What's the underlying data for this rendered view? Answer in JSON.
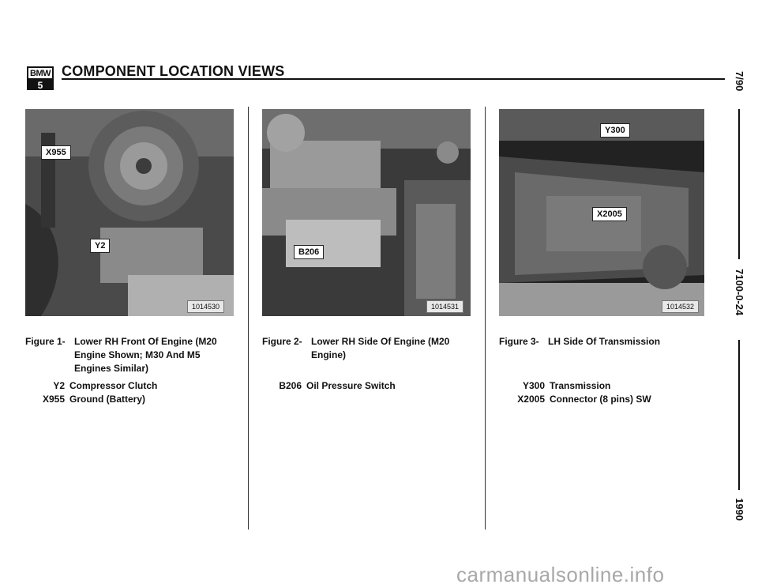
{
  "header": {
    "logo_top": "BMW",
    "logo_bottom": "5",
    "title": "COMPONENT LOCATION VIEWS"
  },
  "figures": [
    {
      "label": "Figure 1-",
      "caption_lines": [
        "Lower RH Front Of Engine (M20",
        "Engine Shown; M30 And M5",
        "Engines Similar)"
      ],
      "photo_tags": [
        "X955",
        "Y2"
      ],
      "photo_number": "1014530",
      "legend": [
        {
          "code": "Y2",
          "text": "Compressor Clutch"
        },
        {
          "code": "X955",
          "text": "Ground (Battery)"
        }
      ]
    },
    {
      "label": "Figure 2-",
      "caption_lines": [
        "Lower RH Side Of Engine (M20",
        "Engine)"
      ],
      "photo_tags": [
        "B206"
      ],
      "photo_number": "1014531",
      "legend": [
        {
          "code": "B206",
          "text": "Oil Pressure Switch"
        }
      ]
    },
    {
      "label": "Figure 3-",
      "caption_lines": [
        "LH Side Of Transmission"
      ],
      "photo_tags": [
        "Y300",
        "X2005"
      ],
      "photo_number": "1014532",
      "legend": [
        {
          "code": "Y300",
          "text": "Transmission"
        },
        {
          "code": "X2005",
          "text": "Connector (8 pins) SW"
        }
      ]
    }
  ],
  "sidebar": {
    "date": "7/90",
    "page_code": "7100-0-24",
    "year": "1990"
  },
  "watermark": "carmanualsonline.info"
}
